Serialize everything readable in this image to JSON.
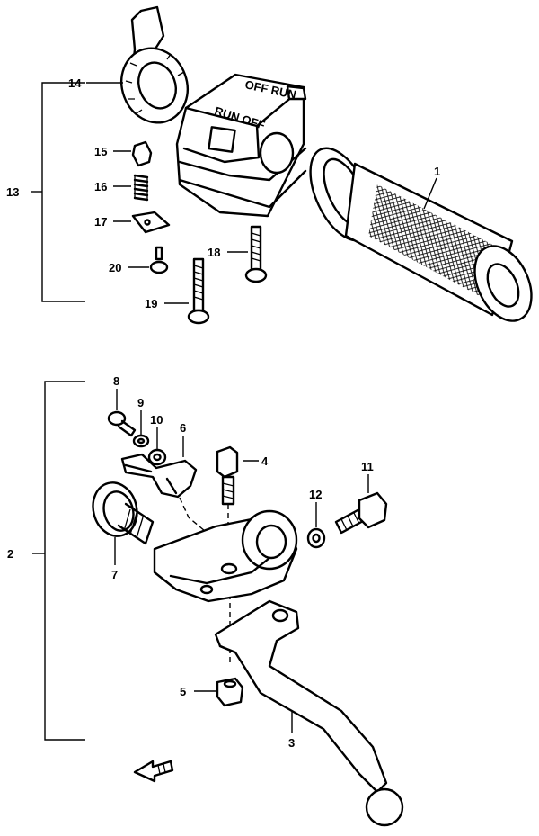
{
  "callouts": {
    "c1": "1",
    "c2": "2",
    "c3": "3",
    "c4": "4",
    "c5": "5",
    "c6": "6",
    "c7": "7",
    "c8": "8",
    "c9": "9",
    "c10": "10",
    "c11": "11",
    "c12": "12",
    "c13": "13",
    "c14": "14",
    "c15": "15",
    "c16": "16",
    "c17": "17",
    "c18": "18",
    "c19": "19",
    "c20": "20"
  },
  "switch_markings": {
    "top": "OFF RUN",
    "side": "RUN OFF"
  },
  "colors": {
    "ink": "#000000",
    "paper": "#ffffff"
  },
  "icons": {
    "front_arrow": "arrow-left-icon"
  }
}
